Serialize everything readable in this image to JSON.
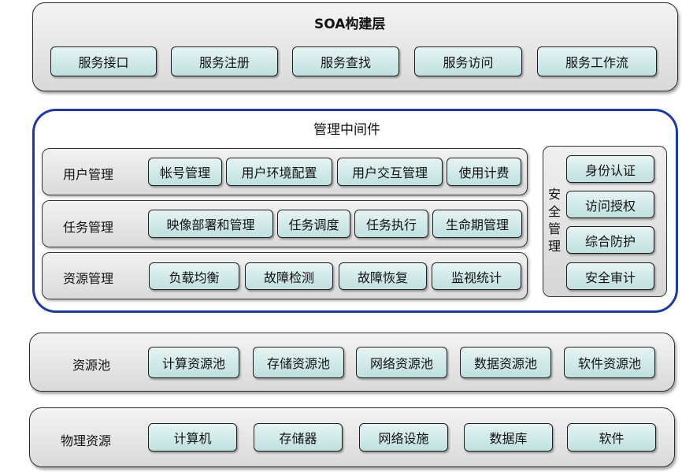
{
  "soa": {
    "title": "SOA构建层",
    "items": [
      "服务接口",
      "服务注册",
      "服务查找",
      "服务访问",
      "服务工作流"
    ]
  },
  "middleware": {
    "title": "管理中间件",
    "user": {
      "label": "用户管理",
      "items": [
        "帐号管理",
        "用户环境配置",
        "用户交互管理",
        "使用计费"
      ]
    },
    "task": {
      "label": "任务管理",
      "items": [
        "映像部署和管理",
        "任务调度",
        "任务执行",
        "生命期管理"
      ]
    },
    "resource": {
      "label": "资源管理",
      "items": [
        "负载均衡",
        "故障检测",
        "故障恢复",
        "监视统计"
      ]
    },
    "security": {
      "label": "安全管理",
      "items": [
        "身份认证",
        "访问授权",
        "综合防护",
        "安全审计"
      ]
    }
  },
  "pool": {
    "label": "资源池",
    "items": [
      "计算资源池",
      "存储资源池",
      "网络资源池",
      "数据资源池",
      "软件资源池"
    ]
  },
  "physical": {
    "label": "物理资源",
    "items": [
      "计算机",
      "存储器",
      "网络设施",
      "数据库",
      "软件"
    ]
  }
}
